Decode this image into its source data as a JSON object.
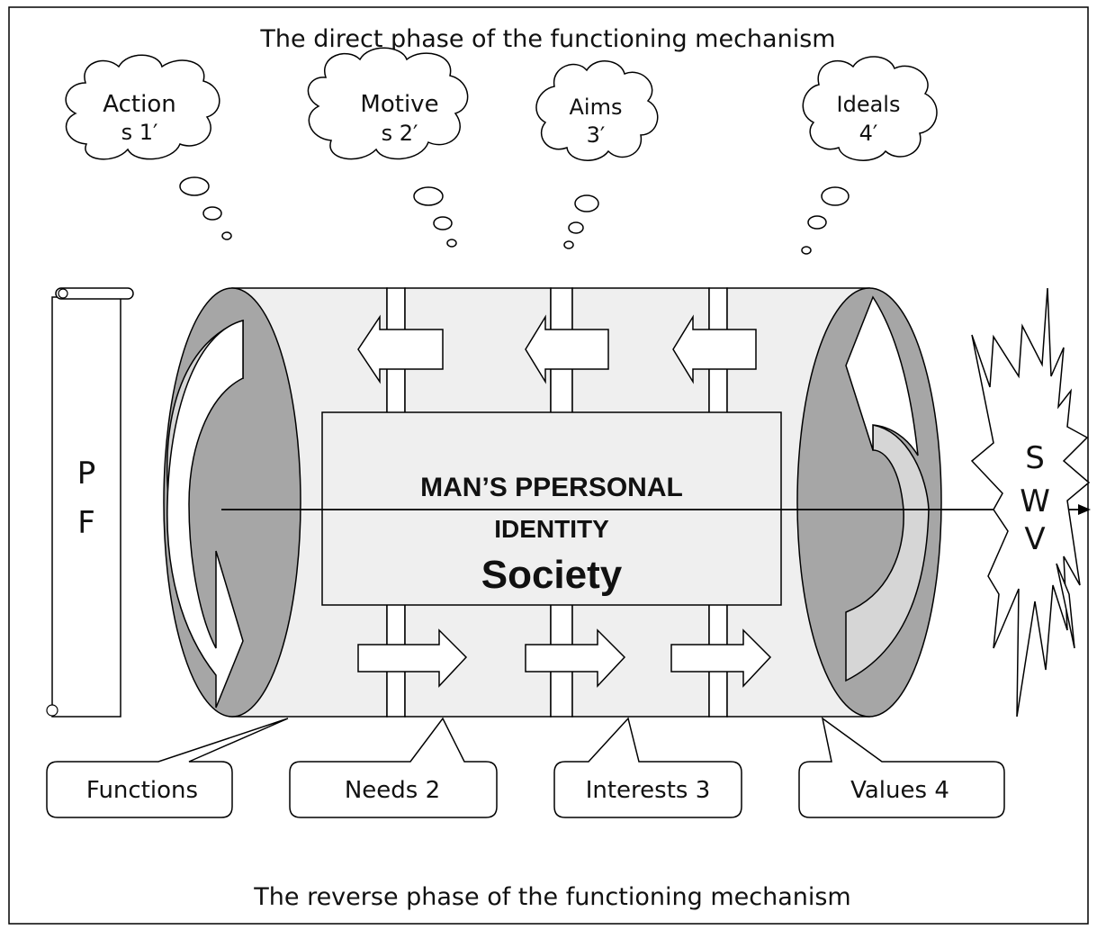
{
  "top_caption": "The direct phase of the functioning mechanism",
  "bottom_caption": "The reverse phase of the functioning mechanism",
  "thought_clouds": [
    {
      "line1": "Action",
      "line2": "s 1′"
    },
    {
      "line1": "Motive",
      "line2": "s 2′"
    },
    {
      "line1": "Aims",
      "line2": "3′"
    },
    {
      "line1": "Ideals",
      "line2": "4′"
    }
  ],
  "scroll": {
    "line1": "P",
    "line2": "F"
  },
  "center_box": {
    "line1": "MAN’S PPERSONAL",
    "line2": "IDENTITY",
    "line3": "Society"
  },
  "burst": {
    "line1": "S",
    "line2": "W",
    "line3": "V"
  },
  "callouts": [
    "Functions",
    "Needs 2",
    "Interests 3",
    "Values 4"
  ],
  "colors": {
    "cylinder_fill": "#efefef",
    "ellipse_fill": "#a6a6a6",
    "inner_arrow_fill": "#d6d6d6",
    "stroke": "#000000"
  }
}
